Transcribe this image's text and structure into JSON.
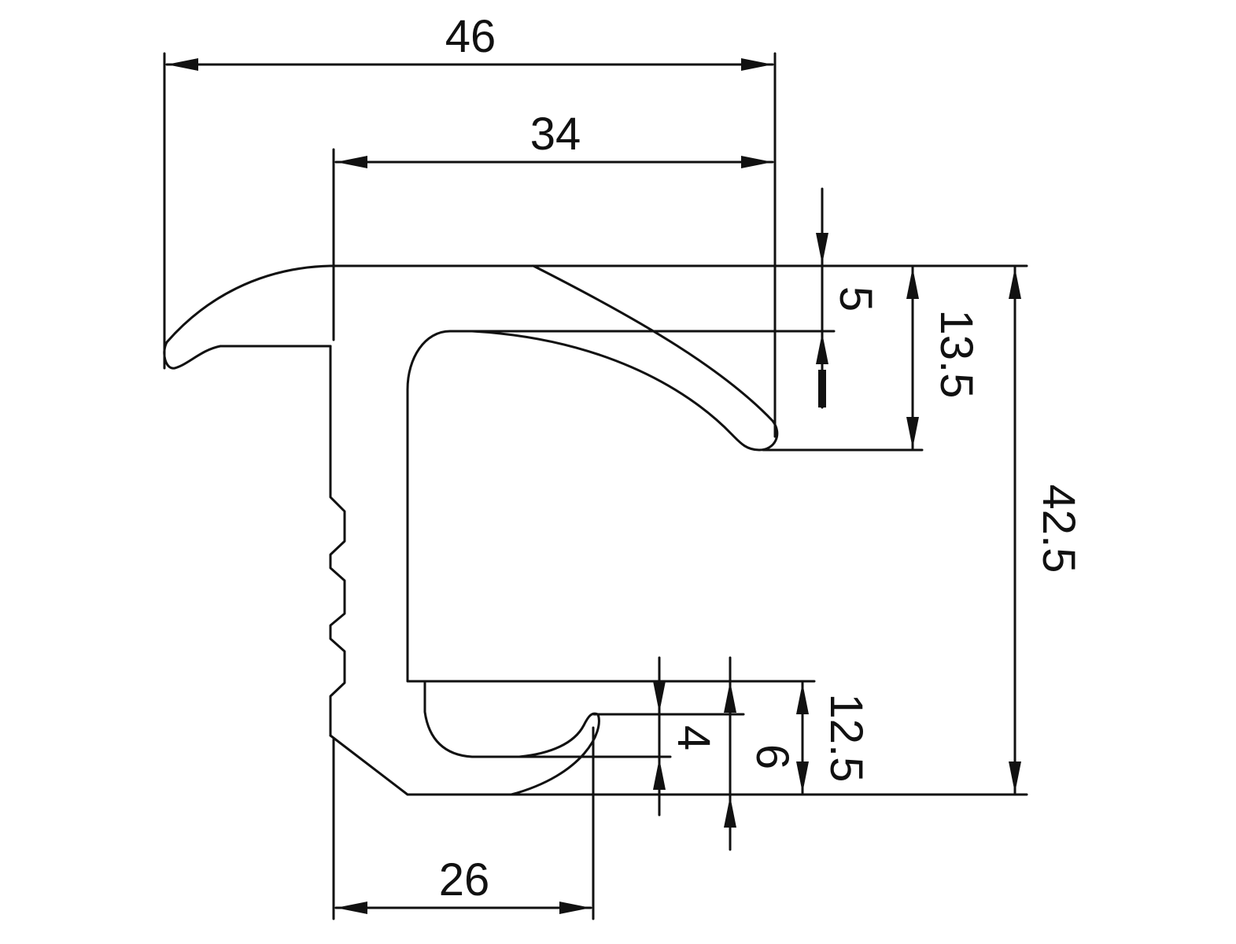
{
  "drawing": {
    "dimensions": {
      "overall_width": "46",
      "top_flange_width": "34",
      "top_lip_thickness": "5",
      "top_hook_height": "13.5",
      "overall_height": "42.5",
      "bottom_hook_height": "12.5",
      "bottom_flange_thickness": "6",
      "bottom_lip_height": "4",
      "bottom_width": "26"
    },
    "colors": {
      "line": "#111111",
      "background": "#ffffff"
    }
  }
}
